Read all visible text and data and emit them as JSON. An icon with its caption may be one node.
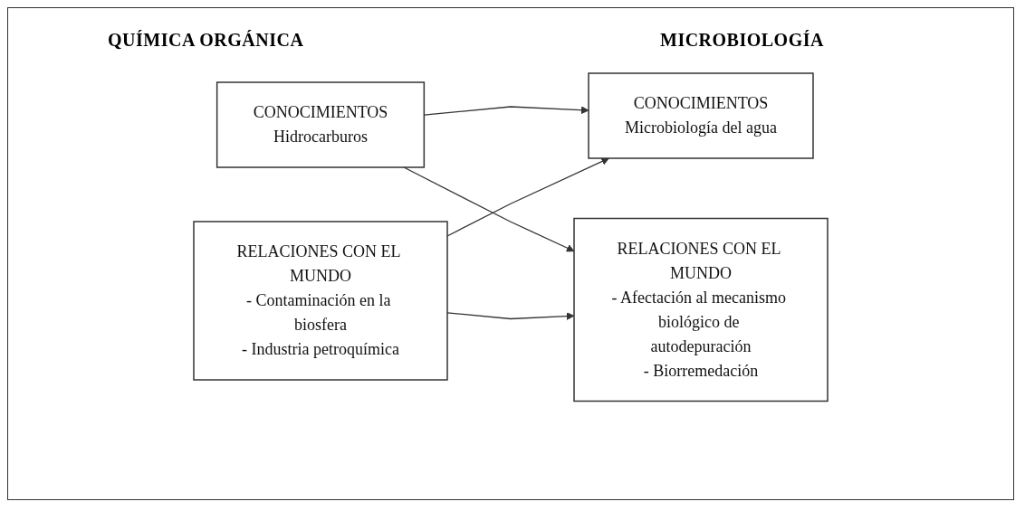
{
  "diagram": {
    "nodes": [
      {
        "text": [
          "CONOCIMIENTOS",
          "Hidrocarburos"
        ]
      },
      {
        "text": [
          "CONOCIMIENTOS",
          "Microbiología del agua"
        ]
      },
      {
        "text": [
          "RELACIONES CON EL MUNDO",
          "- Contaminación en la biosfera",
          "- Industria petroquímica"
        ]
      },
      {
        "text": [
          "RELACIONES CON EL MUNDO",
          "- Afectación al mecanismo biológico de autodepuración",
          "- Biorremedación"
        ]
      }
    ],
    "edges": [
      {
        "from": 0,
        "to": 1,
        "arrow": "to"
      },
      {
        "from": 0,
        "to": 3,
        "arrow": "to"
      },
      {
        "from": 2,
        "to": 3,
        "arrow": "to"
      },
      {
        "from": 2,
        "to": 1,
        "arrow": "to"
      }
    ],
    "labels": [
      "QUÍMICA ORGÁNICA",
      "MICROBIOLOGÍA"
    ]
  }
}
